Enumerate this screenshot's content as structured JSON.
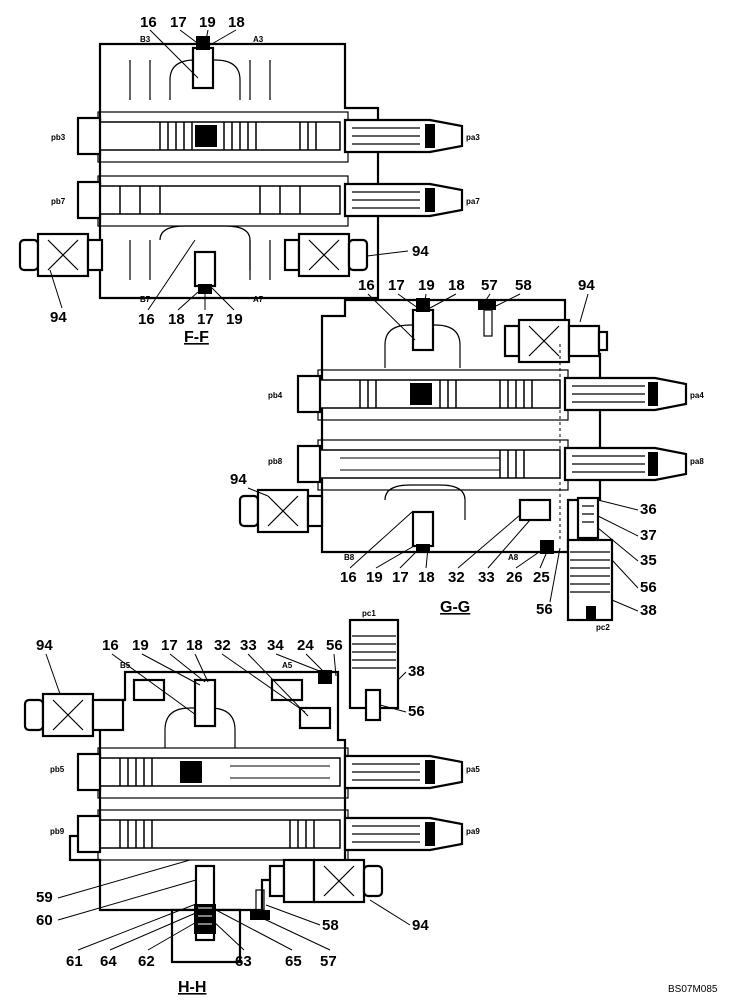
{
  "sections": {
    "ff": {
      "title": "F-F",
      "callouts": {
        "t16": "16",
        "t17": "17",
        "t19": "19",
        "t18": "18",
        "b16": "16",
        "b18": "18",
        "b17": "17",
        "b19": "19",
        "left94": "94",
        "right94": "94"
      },
      "ports": {
        "B3": "B3",
        "A3": "A3",
        "B7": "B7",
        "A7": "A7",
        "pb3": "pb3",
        "pa3": "pa3",
        "pb7": "pb7",
        "pa7": "pa7"
      }
    },
    "gg": {
      "title": "G-G",
      "callouts": {
        "t16": "16",
        "t17": "17",
        "t19": "19",
        "t18": "18",
        "t57": "57",
        "t58": "58",
        "t94": "94",
        "left94": "94",
        "b16": "16",
        "b19": "19",
        "b17": "17",
        "b18": "18",
        "b32": "32",
        "b33": "33",
        "b26": "26",
        "b25": "25",
        "r36": "36",
        "r37": "37",
        "r35": "35",
        "r56a": "56",
        "r56b": "56",
        "r38": "38"
      },
      "ports": {
        "pb4": "pb4",
        "pa4": "pa4",
        "pb8": "pb8",
        "pa8": "pa8",
        "B8": "B8",
        "A8": "A8",
        "pc2": "pc2"
      }
    },
    "hh": {
      "title": "H-H",
      "callouts": {
        "t94": "94",
        "t16": "16",
        "t19": "19",
        "t17": "17",
        "t18": "18",
        "t32": "32",
        "t33": "33",
        "t34": "34",
        "t24": "24",
        "t56": "56",
        "r38": "38",
        "r56": "56",
        "l59": "59",
        "l60": "60",
        "b61": "61",
        "b64": "64",
        "b62": "62",
        "b63": "63",
        "b65": "65",
        "b57": "57",
        "r58": "58",
        "r94": "94"
      },
      "ports": {
        "B5": "B5",
        "A5": "A5",
        "pb5": "pb5",
        "pa5": "pa5",
        "pb9": "pb9",
        "pa9": "pa9",
        "pc1": "pc1"
      }
    }
  },
  "drawing_code": "BS07M085"
}
